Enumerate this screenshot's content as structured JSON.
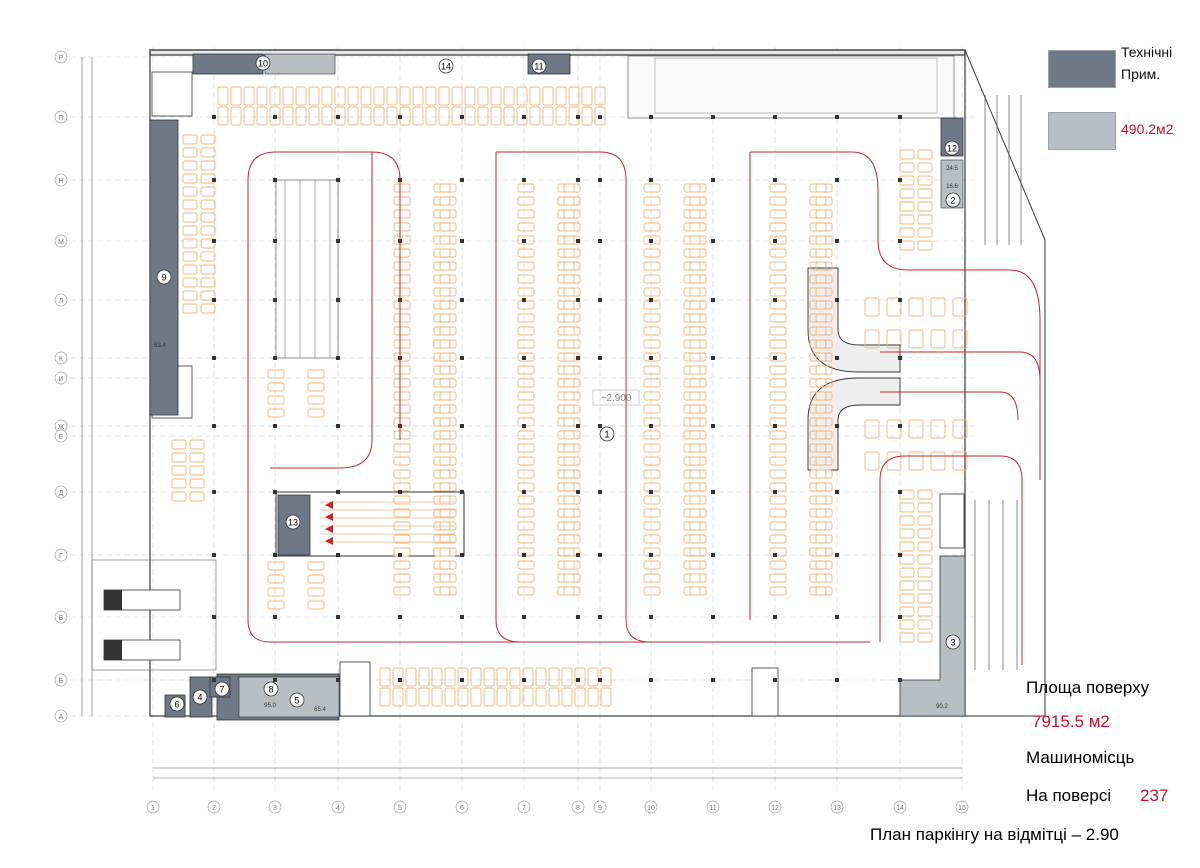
{
  "legend": {
    "technical_label": "Технічні Прим.",
    "technical_label_line1": "Технічні",
    "technical_label_line2": "Прим.",
    "technical_color": "#6e7887",
    "area_value": "490.2м2",
    "area_color": "#b9bec4"
  },
  "stats": {
    "floor_area_label": "Площа поверху",
    "floor_area_value": "7915.5 м2",
    "parking_label": "Машиномісць",
    "per_floor_label": "На поверсі",
    "per_floor_value": "237"
  },
  "caption": "План  паркінгу на відмітці – 2.90",
  "plan": {
    "level_mark": "−2.900",
    "room_numbers": [
      "1",
      "2",
      "3",
      "4",
      "5",
      "6",
      "7",
      "8",
      "9",
      "10",
      "11",
      "12",
      "13",
      "14"
    ],
    "room_area_labels": [
      "90.2",
      "65.4",
      "24.5",
      "63.4",
      "95.0",
      "16.6"
    ],
    "column_axes": [
      "1",
      "2",
      "3",
      "4",
      "5",
      "6",
      "7",
      "8",
      "9",
      "10",
      "11",
      "12",
      "13",
      "14",
      "15"
    ],
    "row_axes": [
      "Р",
      "П",
      "Н",
      "М",
      "Л",
      "К",
      "И",
      "Ж",
      "Е",
      "Д",
      "Г",
      "В",
      "Б",
      "А"
    ],
    "colors": {
      "parking": "#f2b479",
      "route": "#c0282e",
      "grid": "#c9ccd1",
      "wall": "#3a3a3a"
    }
  }
}
